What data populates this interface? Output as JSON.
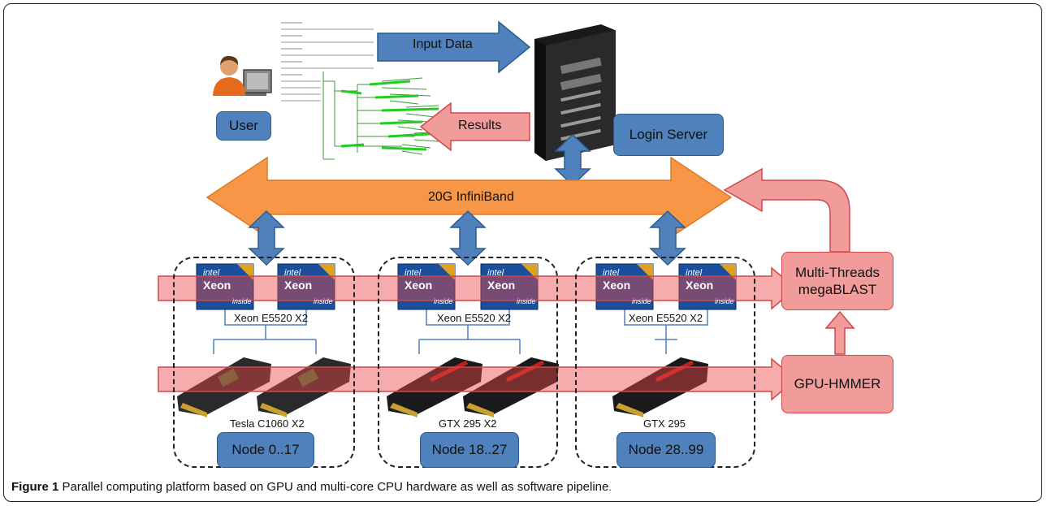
{
  "labels": {
    "user": "User",
    "login_server": "Login Server",
    "input_data": "Input Data",
    "results": "Results",
    "infiniband": "20G InfiniBand",
    "megablast_line1": "Multi-Threads",
    "megablast_line2": "megaBLAST",
    "gpu_hmmer": "GPU-HMMER"
  },
  "nodes": [
    {
      "cpu": "Xeon E5520 X2",
      "gpu": "Tesla C1060 X2",
      "name": "Node 0..17"
    },
    {
      "cpu": "Xeon E5520 X2",
      "gpu": "GTX 295 X2",
      "name": "Node 18..27"
    },
    {
      "cpu": "Xeon E5520 X2",
      "gpu": "GTX 295",
      "name": "Node 28..99"
    }
  ],
  "chip_brand": {
    "top": "intel",
    "mid": "Xeon",
    "bottom": "inside"
  },
  "caption": {
    "bold": "Figure 1",
    "text": " Parallel computing platform based on GPU and multi-core CPU hardware as well as software pipeline",
    "end": "."
  },
  "colors": {
    "blue": "#4f81bd",
    "orange": "#f79646",
    "red": "#f19b9b",
    "red_border": "#d04848"
  }
}
